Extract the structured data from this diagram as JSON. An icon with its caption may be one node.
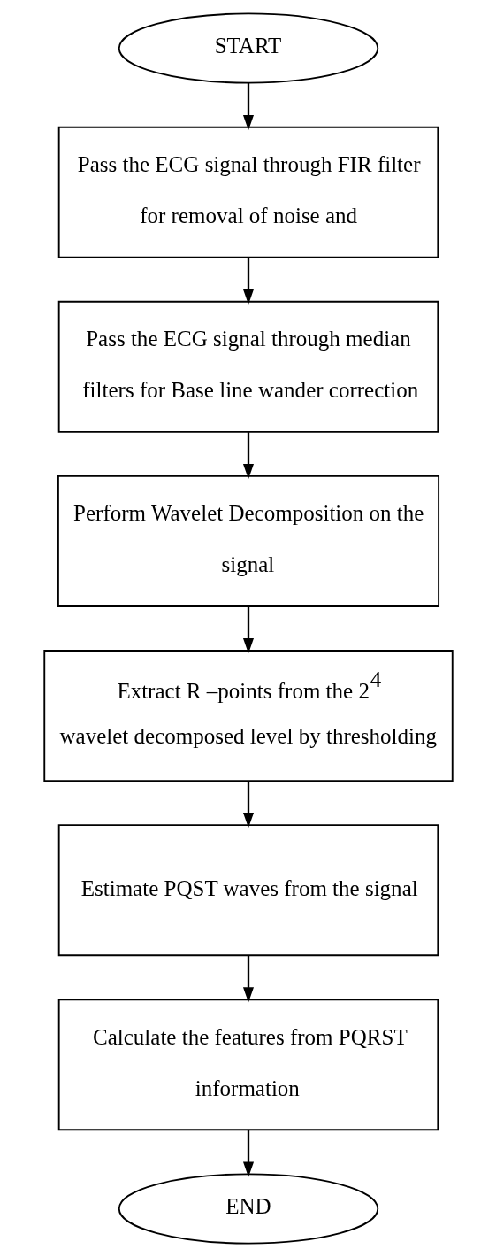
{
  "diagram": {
    "nodes": [
      {
        "text": [
          "START"
        ]
      },
      {
        "text": [
          "Pass the ECG signal through FIR filter for removal of noise and"
        ]
      },
      {
        "text": [
          "Pass the ECG signal through median filters for Base line wander correction"
        ]
      },
      {
        "text": [
          "Perform Wavelet Decomposition on the signal"
        ]
      },
      {
        "text": [
          "Extract R –points from the 2$^{4}$ wavelet decomposed level by thresholding"
        ]
      },
      {
        "text": [
          "Estimate PQST waves from the signal"
        ]
      },
      {
        "text": [
          "Calculate the features from PQRST information"
        ]
      },
      {
        "text": [
          "END"
        ]
      }
    ],
    "edges": [
      {
        "from": 0,
        "to": 1,
        "arrow": "to"
      },
      {
        "from": 1,
        "to": 2,
        "arrow": "to"
      },
      {
        "from": 2,
        "to": 3,
        "arrow": "to"
      },
      {
        "from": 3,
        "to": 4,
        "arrow": "to"
      },
      {
        "from": 4,
        "to": 5,
        "arrow": "to"
      },
      {
        "from": 5,
        "to": 6,
        "arrow": "to"
      },
      {
        "from": 6,
        "to": 7,
        "arrow": "to"
      }
    ]
  }
}
